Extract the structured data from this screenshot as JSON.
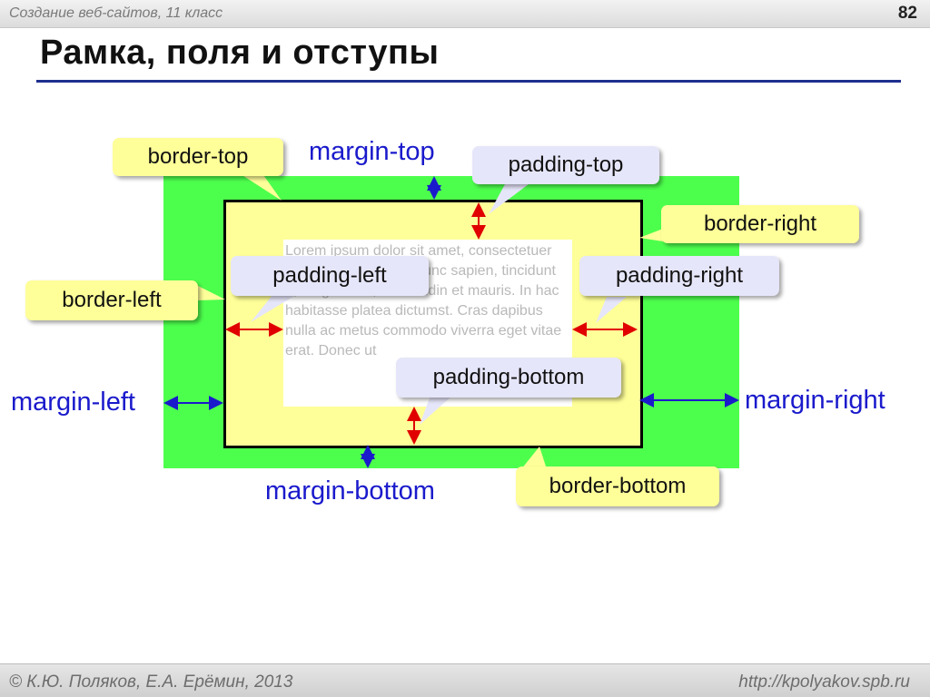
{
  "header": {
    "course": "Создание веб-сайтов, 11 класс",
    "page_number": "82"
  },
  "slide": {
    "title": "Рамка, поля и отступы"
  },
  "diagram": {
    "content_text": "Lorem ipsum dolor sit amet, consectetuer adipiscing elit. Nam nunc sapien, tincidunt a, feugiat sed, sollicitudin et mauris. In hac habitasse platea dictumst. Cras dapibus nulla ac metus commodo viverra eget vitae erat. Donec ut",
    "callouts": {
      "border_top": "border-top",
      "padding_top": "padding-top",
      "border_right": "border-right",
      "padding_left": "padding-left",
      "padding_right": "padding-right",
      "border_left": "border-left",
      "padding_bottom": "padding-bottom",
      "border_bottom": "border-bottom"
    },
    "margin_labels": {
      "top": "margin-top",
      "left": "margin-left",
      "right": "margin-right",
      "bottom": "margin-bottom"
    },
    "colors": {
      "margin": "#4dff4d",
      "border_padding": "#ffff99",
      "content": "#ffffff",
      "margin_arrow": "#1a1acc",
      "padding_arrow": "#e00000",
      "callout_yellow": "#ffff99",
      "callout_lilac": "#e6e6fa"
    }
  },
  "footer": {
    "authors": "© К.Ю. Поляков, Е.А. Ерёмин, 2013",
    "url": "http://kpolyakov.spb.ru"
  }
}
